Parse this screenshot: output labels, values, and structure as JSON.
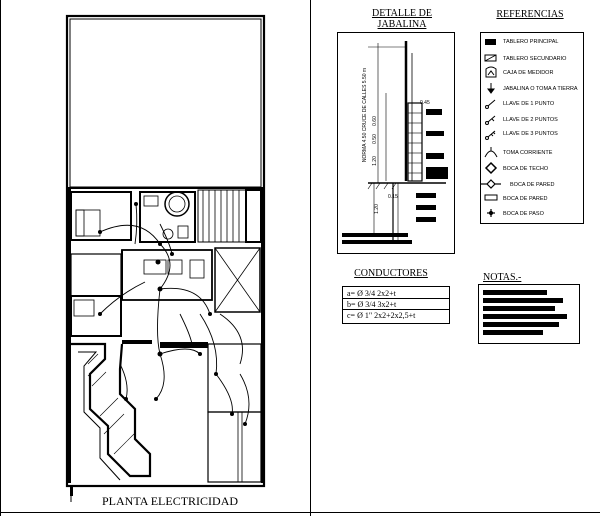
{
  "plan": {
    "caption": "PLANTA ELECTRICIDAD"
  },
  "detail": {
    "title_line1": "DETALLE DE",
    "title_line2": "JABALINA",
    "vertical_label": "NORMA 4.50 CRUCE DE CALLES 5.50 m",
    "dims": [
      "0.45",
      "0.60",
      "0.50",
      "1.20",
      "0.15",
      "1.20"
    ]
  },
  "references": {
    "title": "REFERENCIAS",
    "items": [
      {
        "label": "TABLERO PRINCIPAL",
        "icon": "main-panel-icon"
      },
      {
        "label": "TABLERO SECUNDARIO",
        "icon": "secondary-panel-icon"
      },
      {
        "label": "CAJA DE MEDIDOR",
        "icon": "meter-box-icon"
      },
      {
        "label": "JABALINA O TOMA A TIERRA",
        "icon": "ground-rod-icon"
      },
      {
        "label": "LLAVE DE 1 PUNTO",
        "icon": "switch-1-icon"
      },
      {
        "label": "LLAVE DE 2 PUNTOS",
        "icon": "switch-2-icon"
      },
      {
        "label": "LLAVE DE 3 PUNTOS",
        "icon": "switch-3-icon"
      },
      {
        "label": "TOMA CORRIENTE",
        "icon": "outlet-icon"
      },
      {
        "label": "BOCA DE TECHO",
        "icon": "ceiling-outlet-icon"
      },
      {
        "label": "BOCA DE PARED",
        "icon": "wall-outlet-icon"
      },
      {
        "label": "BOCA DE PARED",
        "icon": "wall-box-icon"
      },
      {
        "label": "BOCA DE PASO",
        "icon": "junction-box-icon"
      }
    ]
  },
  "conductors": {
    "title": "CONDUCTORES",
    "rows": [
      "a= Ø 3/4 2x2+t",
      "b= Ø 3/4 3x2+t",
      "c= Ø 1\" 2x2+2x2,5+t"
    ]
  },
  "notes": {
    "title": "NOTAS.-"
  }
}
